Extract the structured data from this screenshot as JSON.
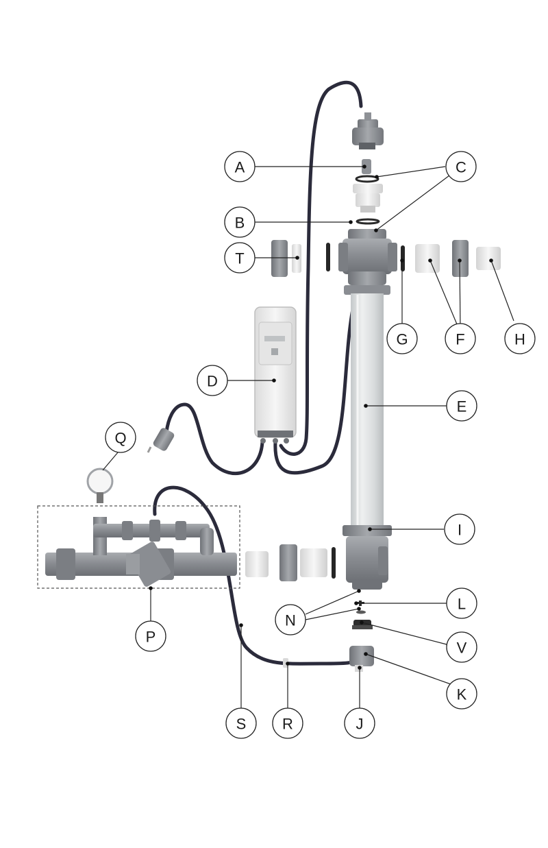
{
  "callouts": {
    "A": "A",
    "B": "B",
    "C": "C",
    "D": "D",
    "E": "E",
    "F": "F",
    "G": "G",
    "H": "H",
    "I": "I",
    "J": "J",
    "K": "K",
    "L": "L",
    "N": "N",
    "P": "P",
    "Q": "Q",
    "R": "R",
    "S": "S",
    "T": "T",
    "V": "V"
  },
  "colors": {
    "pvc_grey": "#8c8f94",
    "pvc_dark": "#6e7176",
    "tube_glass": "#dfe2e3",
    "cable": "#2a2a3a",
    "white_part": "#eeeeee"
  }
}
